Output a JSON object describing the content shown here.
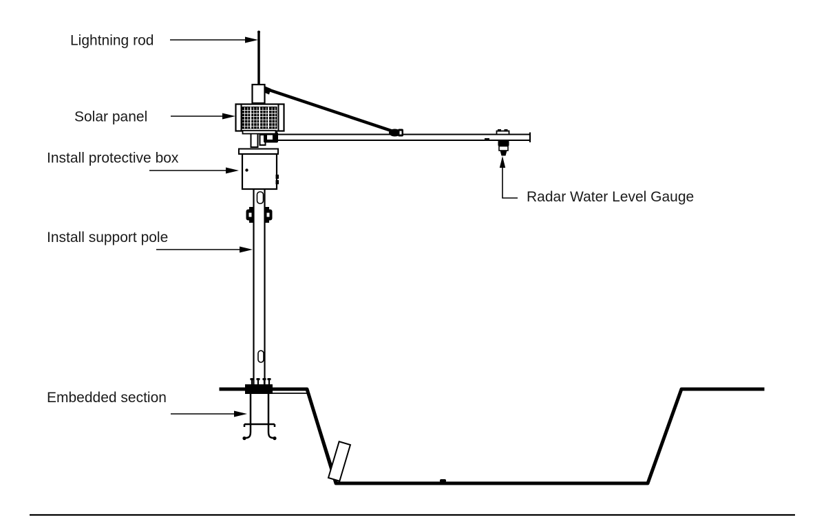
{
  "figure": {
    "kind": "technical-installation-diagram",
    "subject": "Radar water level gauge station on a support pole beside a trapezoidal channel cross-section"
  },
  "colors": {
    "background": "#ffffff",
    "line": "#000000",
    "text": "#1a1a1a"
  },
  "labels": {
    "lightning_rod": "Lightning rod",
    "solar_panel": "Solar panel",
    "protective_box": "Install protective box",
    "support_pole": "Install support pole",
    "embedded_section": "Embedded section",
    "radar_gauge": "Radar Water Level Gauge"
  }
}
